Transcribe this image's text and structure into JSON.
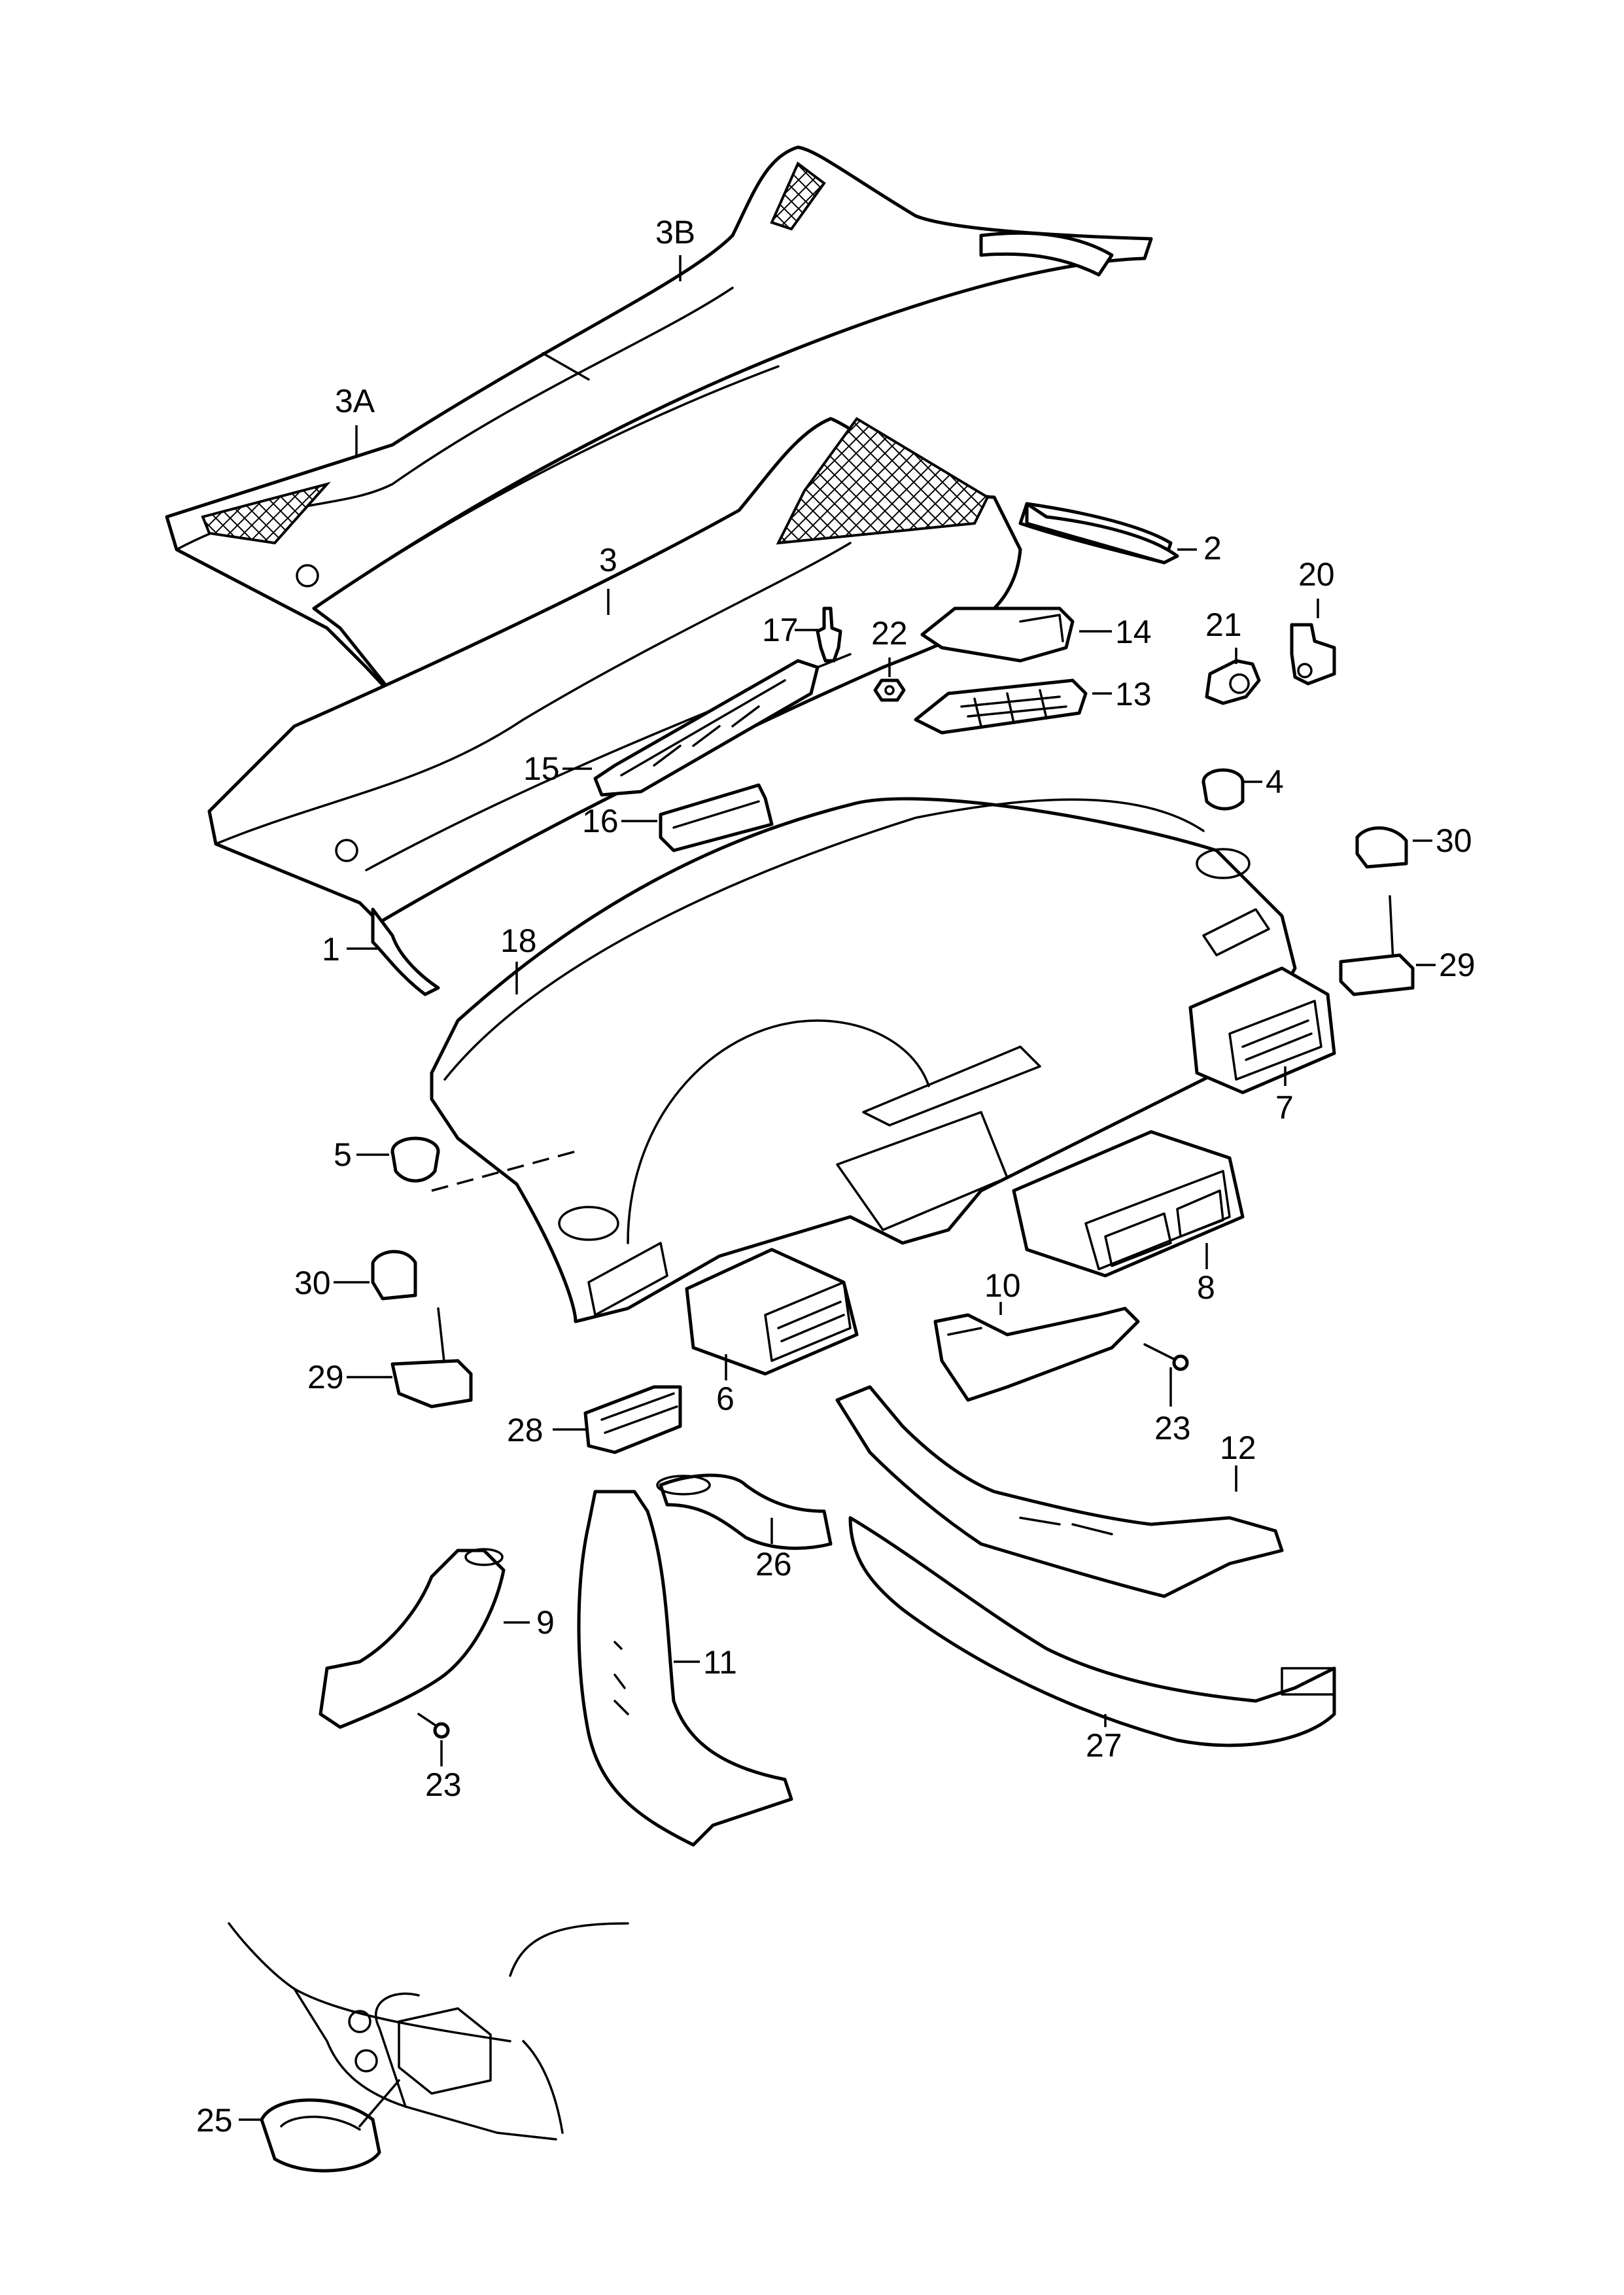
{
  "diagram": {
    "labels": {
      "p3B": "3B",
      "p3A": "3A",
      "p3": "3",
      "p2": "2",
      "p20": "20",
      "p17": "17",
      "p22": "22",
      "p14": "14",
      "p21": "21",
      "p13": "13",
      "p15": "15",
      "p4": "4",
      "p16": "16",
      "p30r": "30",
      "p18": "18",
      "p1": "1",
      "p29r": "29",
      "p7": "7",
      "p5": "5",
      "p8": "8",
      "p30l": "30",
      "p10": "10",
      "p29l": "29",
      "p6": "6",
      "p23a": "23",
      "p28": "28",
      "p12": "12",
      "p26": "26",
      "p9": "9",
      "p11": "11",
      "p23b": "23",
      "p27": "27",
      "p25": "25"
    }
  }
}
